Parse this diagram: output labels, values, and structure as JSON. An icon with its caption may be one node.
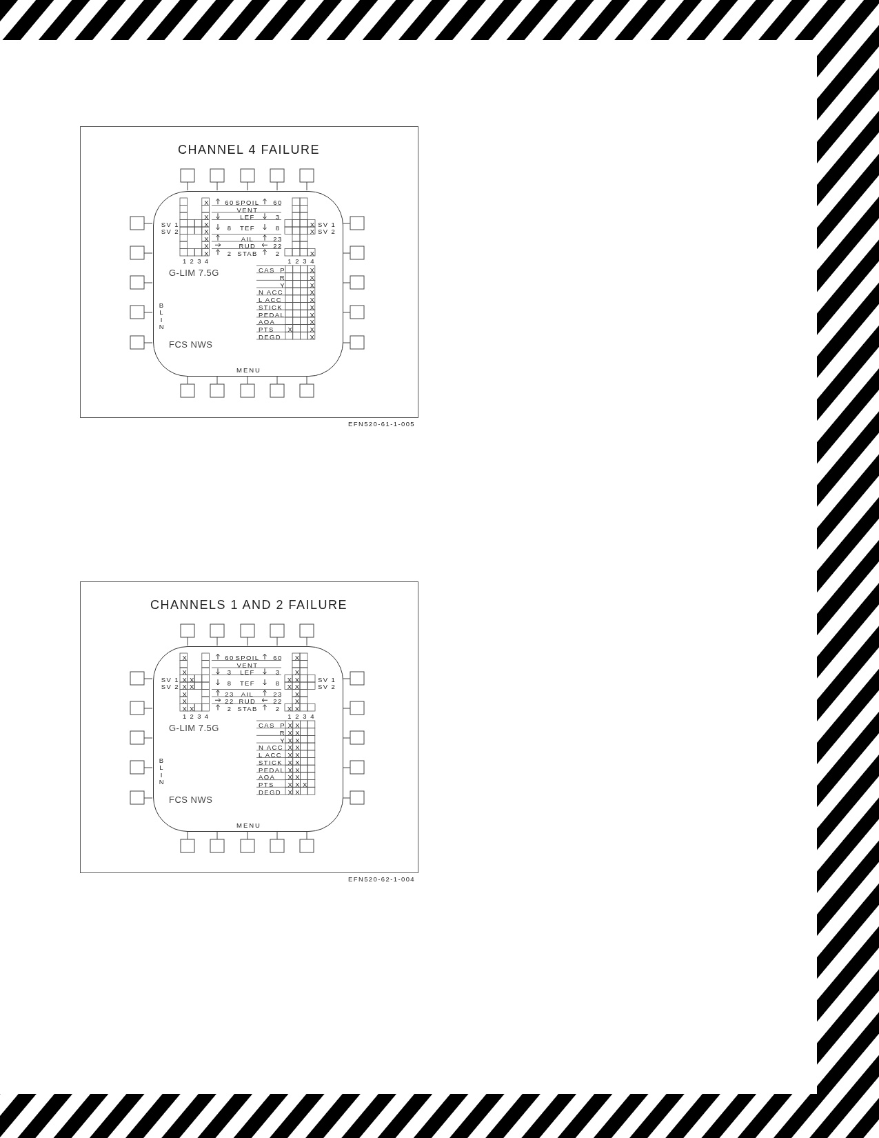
{
  "diagram": {
    "nodes": [
      {
        "text": [
          "CHANNEL 4 FAILURE"
        ],
        "beside": [
          "EFN520-61-1-005"
        ]
      },
      {
        "text": [
          "G-LIM 7.5G",
          "FCS NWS",
          "BLIN",
          "MENU"
        ],
        "in": 0
      },
      {
        "text": [
          "CHANNELS 1 AND 2 FAILURE"
        ],
        "beside": [
          "EFN520-62-1-004"
        ]
      },
      {
        "text": [
          "G-LIM 7.5G",
          "FCS NWS",
          "BLIN",
          "MENU"
        ],
        "in": 2
      }
    ],
    "labels": [
      "SV 1",
      "SV 2",
      "X",
      "X",
      "X",
      "X",
      "X",
      "X",
      "X",
      "60",
      "SPOIL",
      "60",
      "VENT",
      "LEF",
      "3",
      "8",
      "TEF",
      "8",
      "AIL",
      "23",
      "RUD",
      "22",
      "2",
      "STAB",
      "2",
      "X",
      "X",
      "X",
      "SV 1",
      "SV 2",
      "1",
      "2",
      "3",
      "4",
      "1",
      "2",
      "3",
      "4",
      "CAS",
      "P",
      "X",
      "R",
      "X",
      "Y",
      "X",
      "N ACC",
      "X",
      "L ACC",
      "X",
      "STICK",
      "X",
      "PEDAL",
      "X",
      "AOA",
      "X",
      "PTS",
      "X",
      "X",
      "DEGD",
      "X",
      "SV 1",
      "SV 2",
      "X",
      "X",
      "X",
      "X",
      "X",
      "X",
      "X",
      "X",
      "X",
      "X",
      "60",
      "SPOIL",
      "60",
      "VENT",
      "3",
      "LEF",
      "3",
      "8",
      "TEF",
      "8",
      "23",
      "AIL",
      "23",
      "22",
      "RUD",
      "22",
      "2",
      "STAB",
      "2",
      "X",
      "X",
      "X",
      "X",
      "X",
      "X",
      "X",
      "X",
      "X",
      "X",
      "SV 1",
      "SV 2",
      "1",
      "2",
      "3",
      "4",
      "1",
      "2",
      "3",
      "4",
      "CAS",
      "P",
      "X",
      "X",
      "R",
      "X",
      "X",
      "Y",
      "X",
      "X",
      "N ACC",
      "X",
      "X",
      "L ACC",
      "X",
      "X",
      "STICK",
      "X",
      "X",
      "PEDAL",
      "X",
      "X",
      "AOA",
      "X",
      "X",
      "PTS",
      "X",
      "X",
      "X",
      "DEGD",
      "X",
      "X"
    ]
  }
}
